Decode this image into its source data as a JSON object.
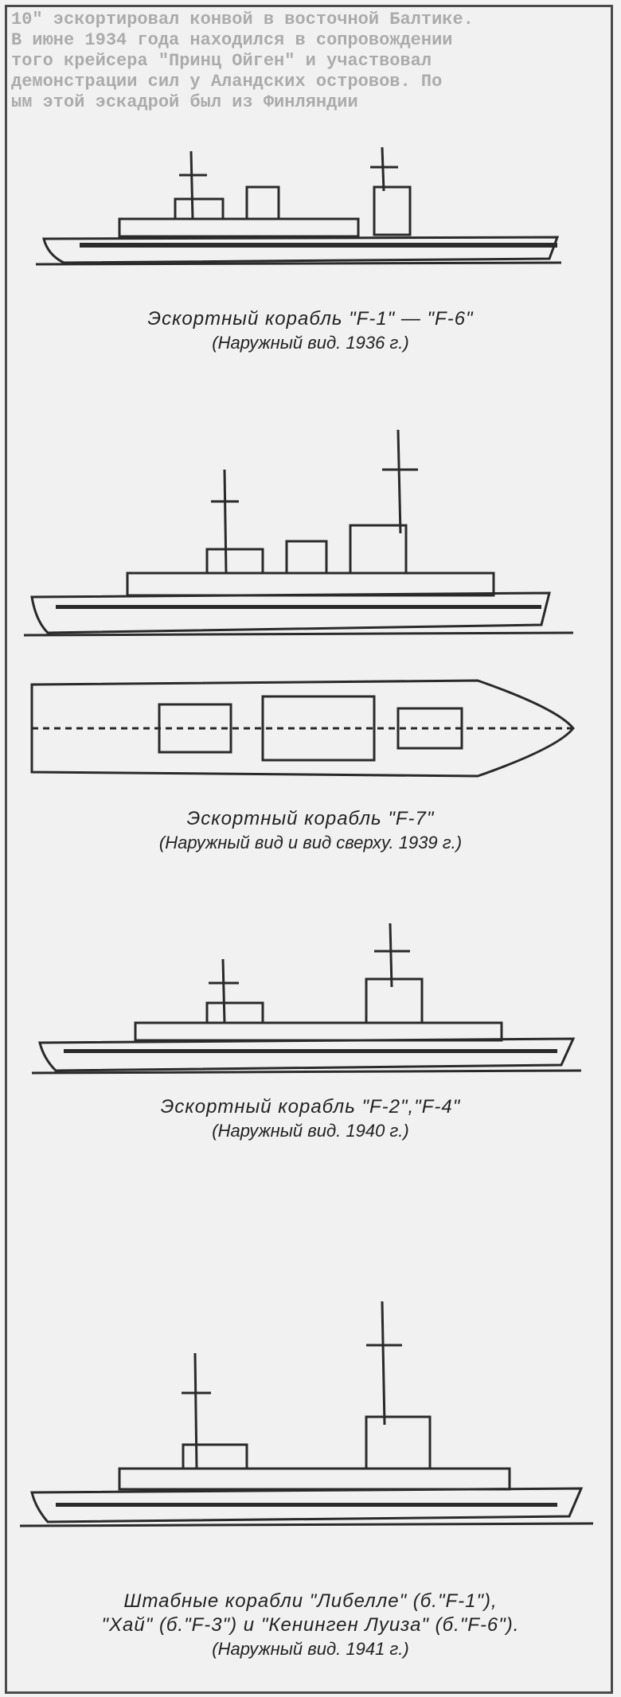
{
  "background_text": [
    "10\" эскортировал конвой в восточной Балтике.",
    "В июне 1934 года находился в сопровождении",
    "того крейсера \"Принц Ойген\" и участвовал",
    "демонстрации сил у Аландских островов. По",
    "ым этой эскадрой был из Финляндии"
  ],
  "figures": [
    {
      "title": "Эскортный корабль \"F-1\" — \"F-6\"",
      "subtitle": "(Наружный вид. 1936 г.)"
    },
    {
      "title": "Эскортный корабль \"F-7\"",
      "subtitle": "(Наружный вид и вид сверху. 1939 г.)"
    },
    {
      "title": "Эскортный корабль \"F-2\",\"F-4\"",
      "subtitle": "(Наружный вид. 1940 г.)"
    },
    {
      "title": "Штабные корабли \"Либелле\" (б.\"F-1\"),",
      "title2": "\"Хай\" (б.\"F-3\") и \"Кенинген Луиза\" (б.\"F-6\").",
      "subtitle": "(Наружный вид. 1941 г.)"
    }
  ]
}
